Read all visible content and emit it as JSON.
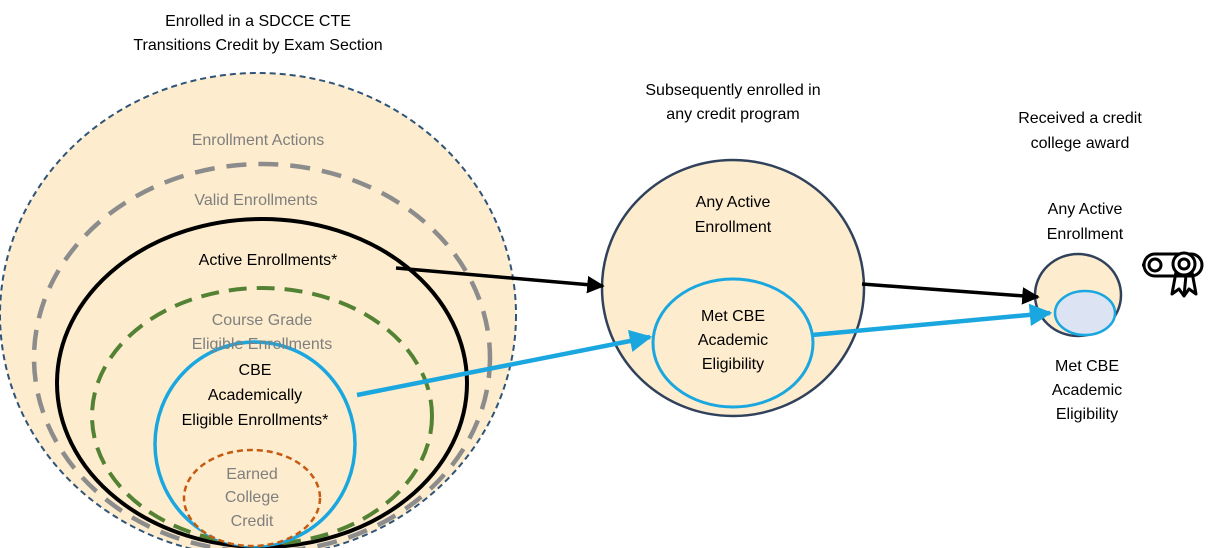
{
  "colors": {
    "fill": "#fdeccd",
    "fill_inner": "#dce3f3",
    "outer_border": "#2f5479",
    "mid_border": "#30415c",
    "valid_border": "#8c8c8c",
    "active_border": "#000000",
    "course_grade_border": "#548235",
    "cbe_border": "#1aa7e0",
    "earned_border": "#c55a11",
    "muted_text": "#7f7f7f",
    "dark_text": "#000000",
    "arrow_black": "#000000",
    "arrow_blue": "#1aa7e0"
  },
  "header": {
    "left": [
      "Enrolled in a SDCCE CTE",
      "Transitions Credit by Exam Section"
    ],
    "middle": [
      "Subsequently enrolled in",
      "any credit program"
    ],
    "right": [
      "Received a credit",
      "college award"
    ]
  },
  "left_group": {
    "enrollment_actions": "Enrollment Actions",
    "valid_enrollments": "Valid Enrollments",
    "active_enrollments": "Active Enrollments*",
    "course_grade": [
      "Course Grade",
      "Eligible Enrollments"
    ],
    "cbe_academic": [
      "CBE",
      "Academically",
      "Eligible Enrollments*"
    ],
    "earned_credit": [
      "Earned",
      "College",
      "Credit"
    ]
  },
  "middle_group": {
    "active": [
      "Any Active",
      "Enrollment"
    ],
    "met_cbe": [
      "Met CBE",
      "Academic",
      "Eligibility"
    ]
  },
  "right_group": {
    "active": [
      "Any Active",
      "Enrollment"
    ],
    "met_cbe": [
      "Met CBE",
      "Academic",
      "Eligibility"
    ]
  },
  "icons": {
    "diploma": "diploma-certificate-icon"
  }
}
